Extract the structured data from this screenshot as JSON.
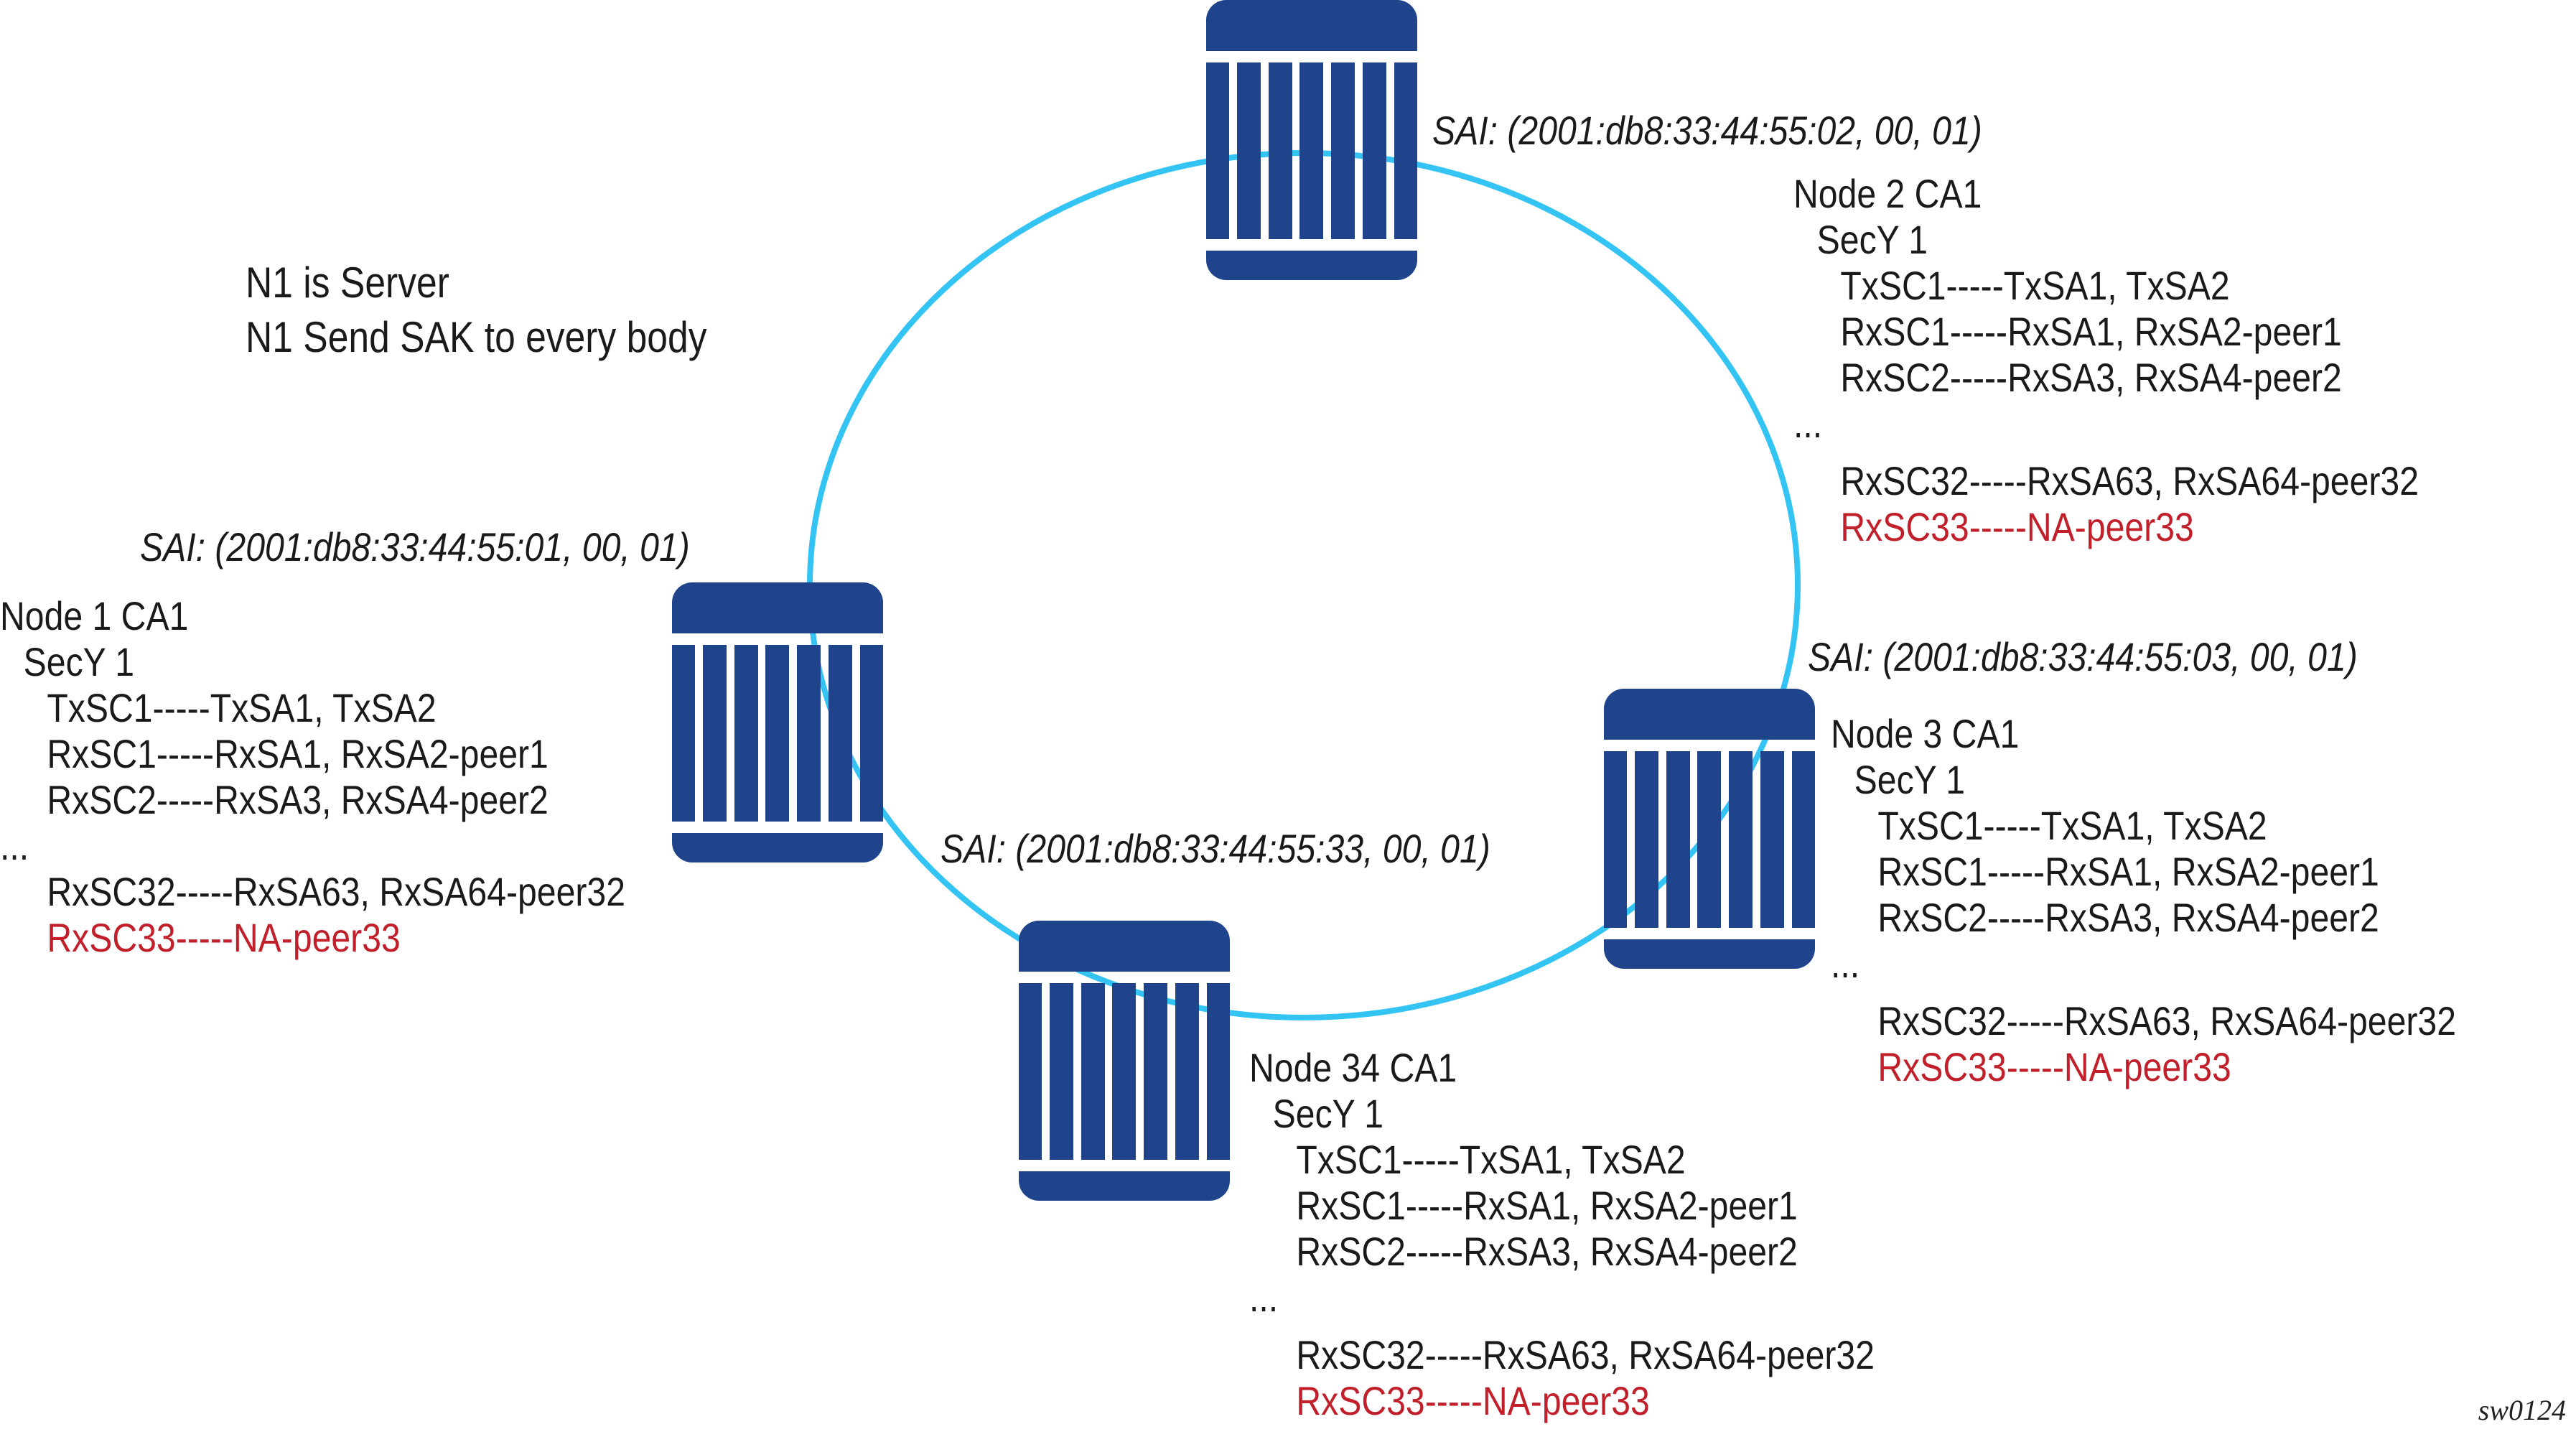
{
  "colors": {
    "ring": "#33c4f4",
    "router": "#1f448c",
    "highlight": "#c1202b",
    "text": "#1a1a1a"
  },
  "notes": [
    "N1 is Server",
    "N1 Send SAK to every body"
  ],
  "nodes": [
    {
      "id": "node1",
      "sai": "SAI: (2001:db8:33:44:55:01, 00, 01)",
      "ca": "Node 1 CA1",
      "secy": "SecY 1",
      "lines": [
        "TxSC1-----TxSA1, TxSA2",
        "RxSC1-----RxSA1, RxSA2-peer1",
        "RxSC2-----RxSA3, RxSA4-peer2"
      ],
      "ellipsis": "...",
      "last": "RxSC32-----RxSA63, RxSA64-peer32",
      "missing": "RxSC33-----NA-peer33"
    },
    {
      "id": "node2",
      "sai": "SAI: (2001:db8:33:44:55:02, 00, 01)",
      "ca": "Node 2 CA1",
      "secy": "SecY 1",
      "lines": [
        "TxSC1-----TxSA1, TxSA2",
        "RxSC1-----RxSA1, RxSA2-peer1",
        "RxSC2-----RxSA3, RxSA4-peer2"
      ],
      "ellipsis": "...",
      "last": "RxSC32-----RxSA63, RxSA64-peer32",
      "missing": "RxSC33-----NA-peer33"
    },
    {
      "id": "node3",
      "sai": "SAI: (2001:db8:33:44:55:03, 00, 01)",
      "ca": "Node 3 CA1",
      "secy": "SecY 1",
      "lines": [
        "TxSC1-----TxSA1, TxSA2",
        "RxSC1-----RxSA1, RxSA2-peer1",
        "RxSC2-----RxSA3, RxSA4-peer2"
      ],
      "ellipsis": "...",
      "last": "RxSC32-----RxSA63, RxSA64-peer32",
      "missing": "RxSC33-----NA-peer33"
    },
    {
      "id": "node34",
      "sai": "SAI: (2001:db8:33:44:55:33, 00, 01)",
      "ca": "Node 34 CA1",
      "secy": "SecY 1",
      "lines": [
        "TxSC1-----TxSA1, TxSA2",
        "RxSC1-----RxSA1, RxSA2-peer1",
        "RxSC2-----RxSA3, RxSA4-peer2"
      ],
      "ellipsis": "...",
      "last": "RxSC32-----RxSA63, RxSA64-peer32",
      "missing": "RxSC33-----NA-peer33"
    }
  ],
  "figure_id": "sw0124"
}
